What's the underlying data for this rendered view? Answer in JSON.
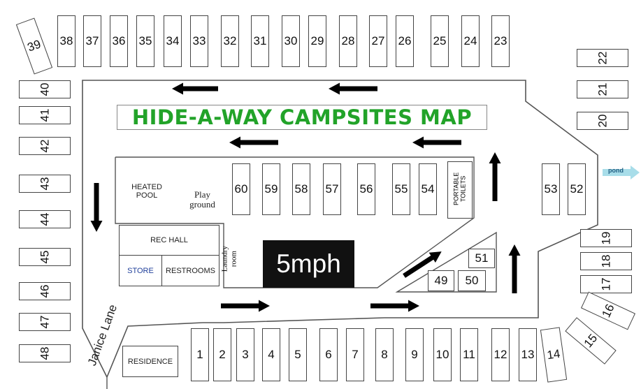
{
  "title": "HIDE-A-WAY CAMPSITES MAP",
  "speed_sign": "5mph",
  "road_name": "Janice Lane",
  "pond_label": "pond",
  "facilities": {
    "pool": "HEATED\nPOOL",
    "playground": "Play\nground",
    "rec_hall": "REC HALL",
    "store": "STORE",
    "restrooms": "RESTROOMS",
    "laundry": "Laundry\nroom",
    "toilets": "PORTABLE\nTOILETS",
    "residence": "RESIDENCE"
  },
  "colors": {
    "title_green": "#22a329",
    "store_blue": "#1f3f9a",
    "pond_arrow": "#a8dde9",
    "arrow_black": "#000000"
  },
  "sites": {
    "top_row": [
      "38",
      "37",
      "36",
      "35",
      "34",
      "33",
      "32",
      "31",
      "30",
      "29",
      "28",
      "27",
      "26",
      "25",
      "24",
      "23"
    ],
    "tilted_top_left": "39",
    "left_column": [
      "40",
      "41",
      "42",
      "43",
      "44",
      "45",
      "46",
      "47",
      "48"
    ],
    "right_upper": [
      "22",
      "21",
      "20"
    ],
    "right_lower": [
      "19",
      "18",
      "17"
    ],
    "tilted_right": [
      "16",
      "15"
    ],
    "bottom_row": [
      "1",
      "2",
      "3",
      "4",
      "5",
      "6",
      "7",
      "8",
      "9",
      "10",
      "11",
      "12",
      "13",
      "14"
    ],
    "inner_row": [
      "60",
      "59",
      "58",
      "57",
      "56",
      "55",
      "54"
    ],
    "inner_right": [
      "53",
      "52"
    ],
    "triangle": [
      "51",
      "49",
      "50"
    ]
  }
}
